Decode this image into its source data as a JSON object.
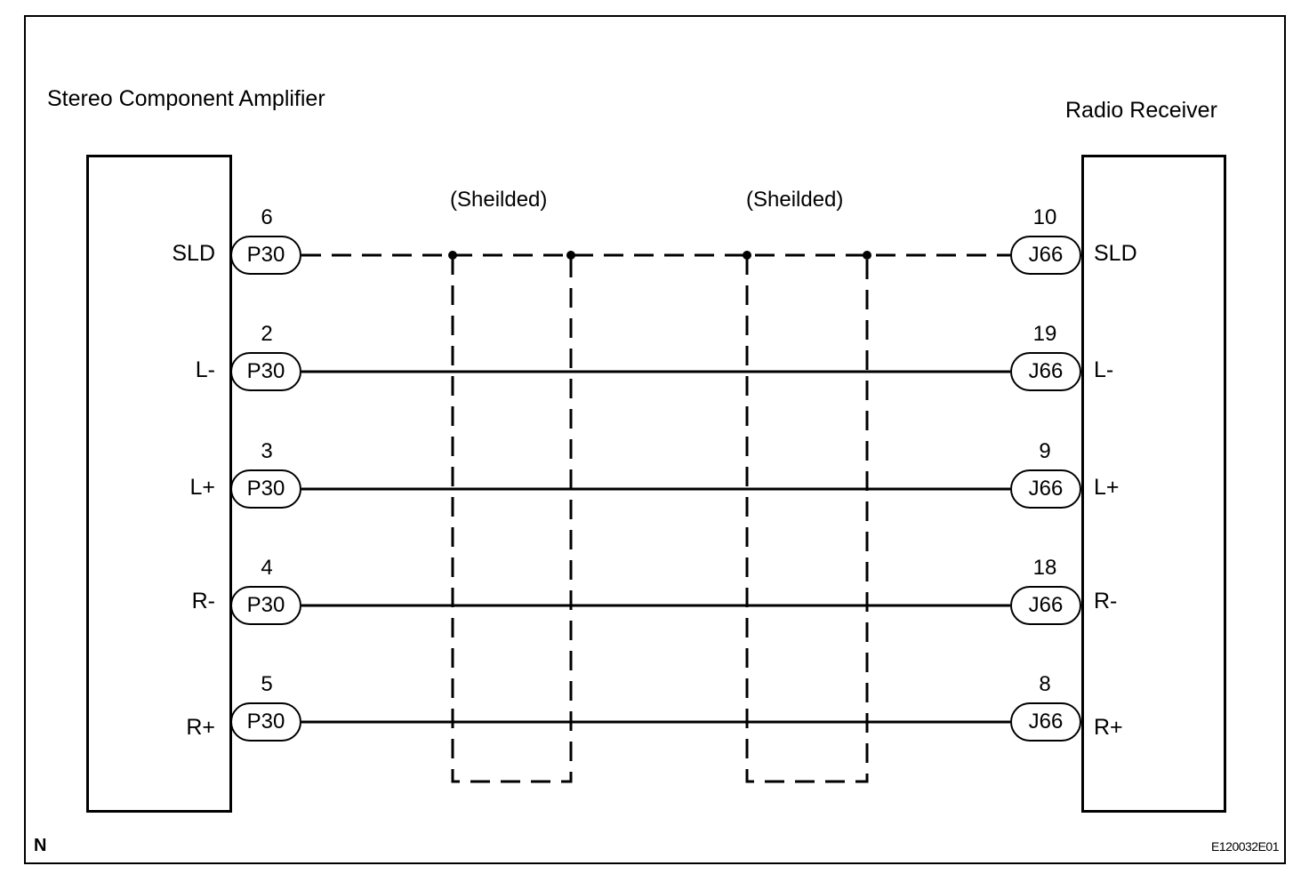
{
  "components": {
    "left": {
      "title": "Stereo Component Amplifier",
      "connector": "P30"
    },
    "right": {
      "title": "Radio Receiver",
      "connector": "J66"
    }
  },
  "shield_label": "(Sheilded)",
  "wires": [
    {
      "id": "sld",
      "left_label": "SLD",
      "left_pin": "6",
      "right_label": "SLD",
      "right_pin": "10",
      "style": "dashed"
    },
    {
      "id": "l-minus",
      "left_label": "L-",
      "left_pin": "2",
      "right_label": "L-",
      "right_pin": "19",
      "style": "solid"
    },
    {
      "id": "l-plus",
      "left_label": "L+",
      "left_pin": "3",
      "right_label": "L+",
      "right_pin": "9",
      "style": "solid"
    },
    {
      "id": "r-minus",
      "left_label": "R-",
      "left_pin": "4",
      "right_label": "R-",
      "right_pin": "18",
      "style": "solid"
    },
    {
      "id": "r-plus",
      "left_label": "R+",
      "left_pin": "5",
      "right_label": "R+",
      "right_pin": "8",
      "style": "solid"
    }
  ],
  "corner_mark": "N",
  "figure_id": "E120032E01"
}
